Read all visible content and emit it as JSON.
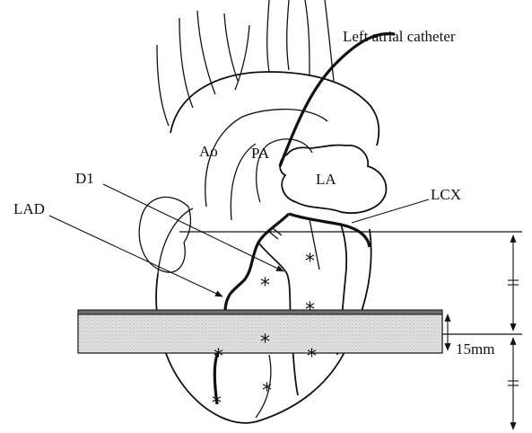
{
  "labels": {
    "catheter": "Left atrial catheter",
    "ao": "Ao",
    "pa": "PA",
    "la": "LA",
    "d1": "D1",
    "lad": "LAD",
    "lcx": "LCX",
    "slice_thickness": "15mm"
  },
  "ischemia_marker": "*",
  "colors": {
    "ink": "#111111",
    "slice_fill": "#d9d9d9",
    "slice_top_band": "#6e6e6e",
    "background": "#ffffff"
  }
}
